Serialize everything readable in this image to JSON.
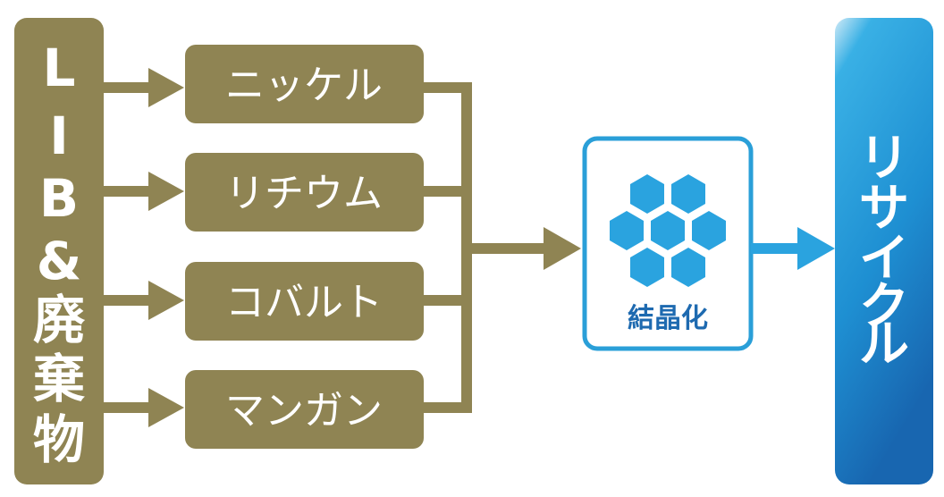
{
  "source": {
    "label": "LIB&廃棄物",
    "chars": [
      "L",
      "I",
      "B",
      "&",
      "廃",
      "棄",
      "物"
    ]
  },
  "materials": [
    {
      "label": "ニッケル"
    },
    {
      "label": "リチウム"
    },
    {
      "label": "コバルト"
    },
    {
      "label": "マンガン"
    }
  ],
  "crystallization": {
    "label": "結晶化",
    "icon": "hexagon-cluster-icon"
  },
  "recycle": {
    "label": "リサイクル",
    "chars": [
      "リ",
      "サ",
      "イ",
      "ク",
      "ル"
    ]
  },
  "colors": {
    "olive": "#8f8453",
    "blue_light": "#2aaae2",
    "blue_dark": "#1a6fb6",
    "crystal_border": "#2a9fd8"
  }
}
